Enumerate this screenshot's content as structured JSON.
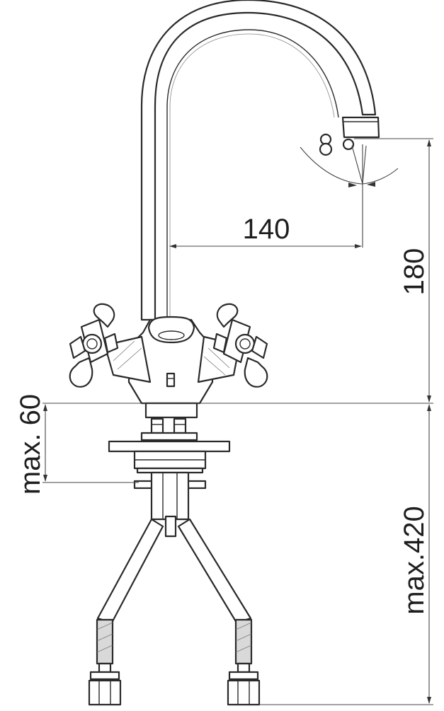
{
  "dimensions": {
    "reach": "140",
    "spout_height": "180",
    "max_deck_thickness": "max. 60",
    "max_hose_length": "max.420"
  },
  "colors": {
    "line": "#2a2a2a",
    "background": "#ffffff"
  }
}
